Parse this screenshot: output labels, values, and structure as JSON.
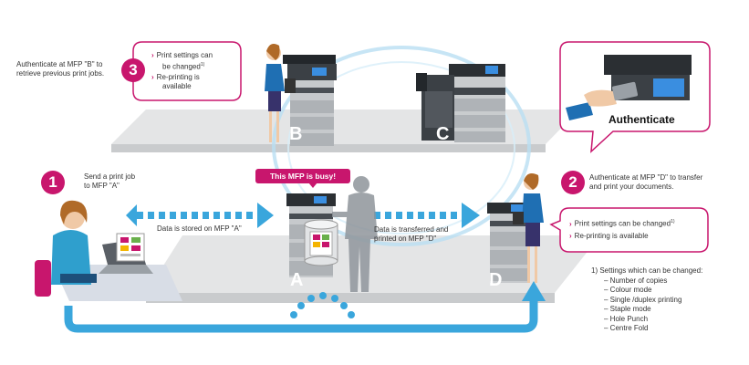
{
  "colors": {
    "accent": "#c8166d",
    "arrow": "#3aa6dc",
    "floor": "#e5e6e7",
    "floor_edge": "#bfc1c3"
  },
  "step1": {
    "number": "1",
    "text_line1": "Send a print job",
    "text_line2": "to MFP \"A\""
  },
  "step2": {
    "number": "2",
    "text_line1": "Authenticate at MFP \"D\" to transfer",
    "text_line2": "and print your documents.",
    "bullet1": "Print settings can be changed",
    "bullet1_note": "1)",
    "bullet2": "Re-printing is available"
  },
  "step3": {
    "number": "3",
    "intro_line1": "Authenticate at MFP \"B\" to",
    "intro_line2": "retrieve previous print jobs.",
    "bullet1_line1": "Print settings can",
    "bullet1_line2": "be changed",
    "bullet1_note": "1)",
    "bullet2_line1": "Re-printing is",
    "bullet2_line2": "available"
  },
  "busy_label": "This MFP is busy!",
  "stored_label": "Data is stored on MFP \"A\"",
  "transfer_line1": "Data is transferred and",
  "transfer_line2": "printed on  MFP \"D\"",
  "authenticate_label": "Authenticate",
  "mfp_letters": {
    "a": "A",
    "b": "B",
    "c": "C",
    "d": "D"
  },
  "settings": {
    "heading": "1) Settings which can be changed:",
    "items": [
      "Number of copies",
      "Colour mode",
      "Single /duplex printing",
      "Staple mode",
      "Hole Punch",
      "Centre Fold"
    ]
  },
  "icons": [
    "person-at-laptop-icon",
    "document-icon",
    "printer-icon",
    "person-silhouette-icon",
    "woman-with-tablet-icon",
    "id-card-icon"
  ]
}
